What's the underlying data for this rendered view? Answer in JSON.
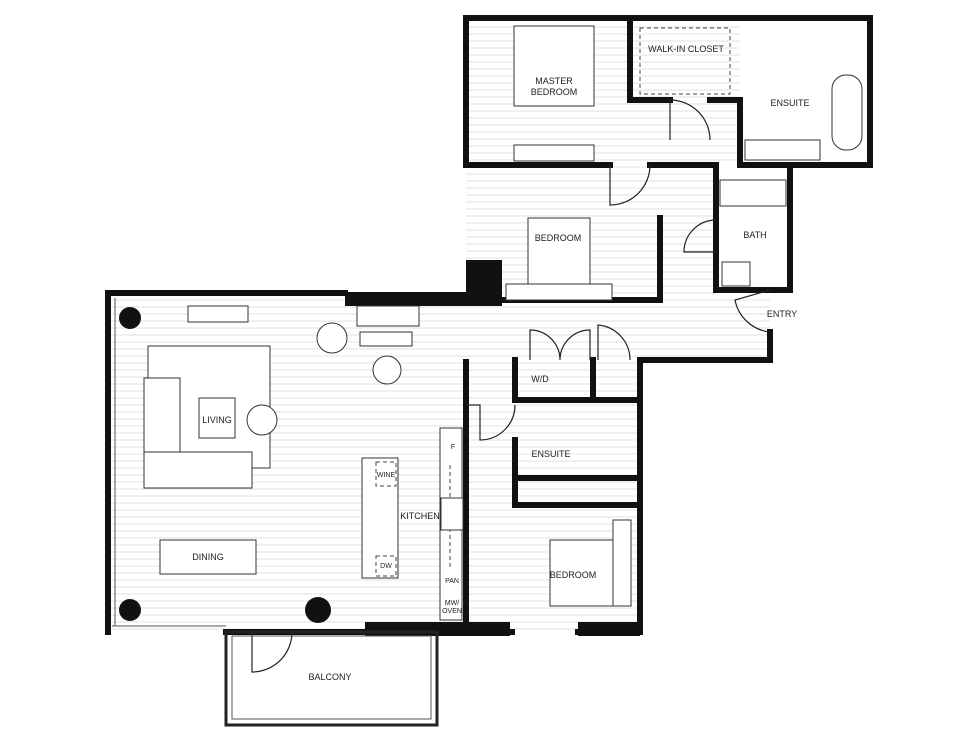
{
  "rooms": {
    "master_bedroom": [
      "MASTER",
      "BEDROOM"
    ],
    "walk_in_closet": "WALK-IN CLOSET",
    "ensuite_master": "ENSUITE",
    "bedroom_2": "BEDROOM",
    "bath": "BATH",
    "entry": "ENTRY",
    "laundry": "W/D",
    "ensuite_2": "ENSUITE",
    "living": "LIVING",
    "kitchen": "KITCHEN",
    "dining": "DINING",
    "bedroom_3": "BEDROOM",
    "balcony": "BALCONY"
  },
  "kitchen_fixtures": {
    "wine": "WINE",
    "fridge": "F",
    "dishwasher": "DW",
    "pantry": "PAN",
    "microwave_oven": [
      "MW/",
      "OVEN"
    ]
  }
}
